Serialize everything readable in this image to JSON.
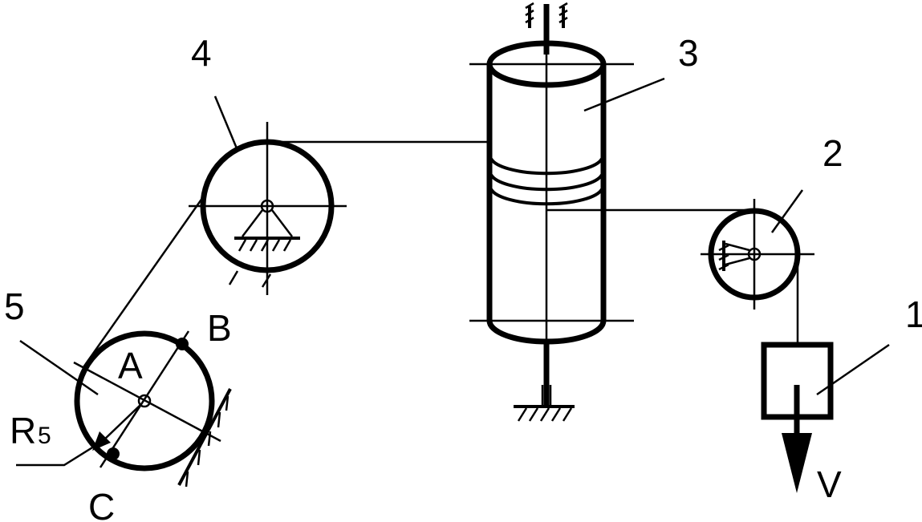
{
  "labels": {
    "block_1": "1",
    "pulley_2": "2",
    "drum_3": "3",
    "pulley_4": "4",
    "wheel_5": "5",
    "point_a": "A",
    "point_b": "B",
    "point_c": "C",
    "radius": "R",
    "radius_subscript": "5",
    "velocity": "V"
  }
}
